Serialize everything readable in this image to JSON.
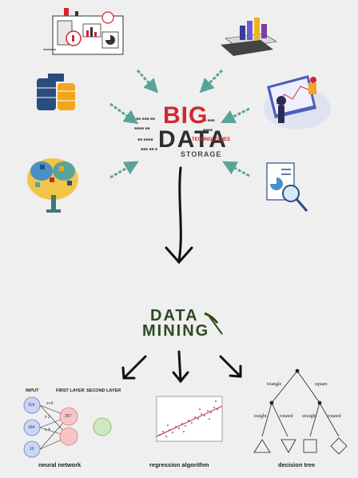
{
  "big_data": {
    "line1": "BIG",
    "line2": "DATA",
    "storage": "STORAGE",
    "technologies": "TECHNOLOGIES"
  },
  "data_mining": {
    "line1": "DATA",
    "line2": "MINING"
  },
  "neural_network": {
    "caption": "neural network",
    "input_header": "INPUT",
    "first_layer_header": "FIRST LAYER",
    "second_layer_header": "SECOND LAYER",
    "input_nodes": [
      "119",
      "164",
      "10"
    ],
    "hidden_node": "267",
    "weights": [
      "x+4",
      "x 2",
      "x-4"
    ]
  },
  "regression": {
    "caption": "regression algorithm"
  },
  "decision_tree": {
    "caption": "decision tree",
    "labels": {
      "triangle": "triangle",
      "square": "square",
      "straight_left": "traight",
      "rotated_left": "rotated",
      "straight_right": "straight",
      "rotated_right": "rotated"
    }
  }
}
